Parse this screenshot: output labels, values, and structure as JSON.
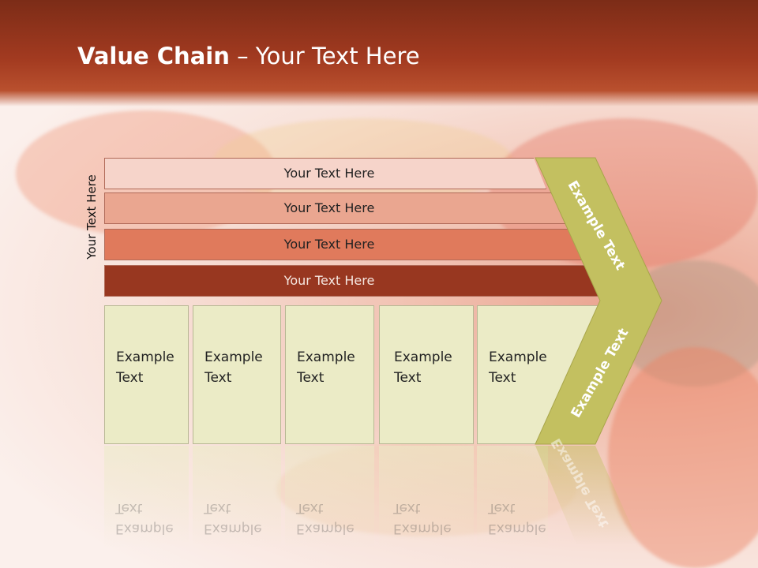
{
  "slide": {
    "title_bold": "Value Chain",
    "title_rest": " – Your Text Here",
    "side_label": "Your Text Here",
    "bars": [
      {
        "label": "Your Text Here",
        "color": "#f6d4ca"
      },
      {
        "label": "Your Text Here",
        "color": "#eaa690"
      },
      {
        "label": "Your Text Here",
        "color": "#e07a5c"
      },
      {
        "label": "Your Text Here",
        "color": "#983720"
      }
    ],
    "boxes": [
      {
        "line1": "Example",
        "line2": "Text"
      },
      {
        "line1": "Example",
        "line2": "Text"
      },
      {
        "line1": "Example",
        "line2": "Text"
      },
      {
        "line1": "Example",
        "line2": "Text"
      },
      {
        "line1": "Example",
        "line2": "Text"
      }
    ],
    "chevron_top": "Example Text",
    "chevron_bottom": "Example Text",
    "colors": {
      "header": "#a23a20",
      "chevron": "#c3c060",
      "box": "#ebebc6"
    }
  }
}
